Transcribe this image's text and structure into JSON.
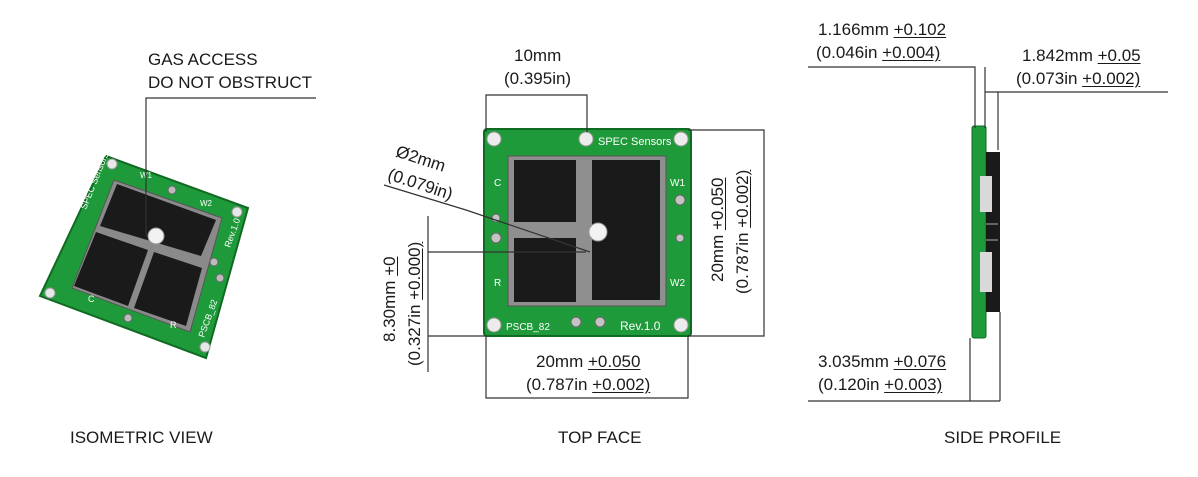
{
  "colors": {
    "pcb": "#1f9a3a",
    "pcb_edge": "#0f6a22",
    "pad": "#1a1a1a",
    "line": "#333333",
    "silk": "#ffffff"
  },
  "views": {
    "iso": {
      "title": "ISOMETRIC VIEW",
      "callout_line1": "GAS ACCESS",
      "callout_line2": "DO NOT OBSTRUCT",
      "board_brand": "SPEC Sensors",
      "board_rev": "Rev.1.0",
      "board_part": "PSCB_82",
      "pin_c": "C",
      "pin_r": "R",
      "pin_w1": "W1",
      "pin_w2": "W2"
    },
    "top": {
      "title": "TOP FACE",
      "width_mm": "10mm",
      "width_in": "(0.395in)",
      "hole_mm": "Ø2mm",
      "hole_in": "(0.079in)",
      "vert_mm": "20mm ",
      "vert_mm_tol": "+0.050",
      "vert_in": "(0.787in ",
      "vert_in_tol": "+0.002)",
      "offset_mm": "8.30mm ",
      "offset_mm_tol": "+0",
      "offset_in": "(0.327in ",
      "offset_in_tol": "+0.000)",
      "horiz_mm": "20mm ",
      "horiz_mm_tol": "+0.050",
      "horiz_in": "(0.787in ",
      "horiz_in_tol": "+0.002)",
      "board_brand": "SPEC Sensors",
      "board_rev": "Rev.1.0",
      "board_part": "PSCB_82",
      "pin_c": "C",
      "pin_r": "R",
      "pin_w1": "W1",
      "pin_w2": "W2"
    },
    "side": {
      "title": "SIDE PROFILE",
      "pcb_mm": "1.166mm ",
      "pcb_mm_tol": "+0.102",
      "pcb_in": "(0.046in ",
      "pcb_in_tol": "+0.004)",
      "sensor_mm": "1.842mm ",
      "sensor_mm_tol": "+0.05",
      "sensor_in": "(0.073in ",
      "sensor_in_tol": "+0.002)",
      "total_mm": "3.035mm ",
      "total_mm_tol": "+0.076",
      "total_in": "(0.120in ",
      "total_in_tol": "+0.003)"
    }
  }
}
